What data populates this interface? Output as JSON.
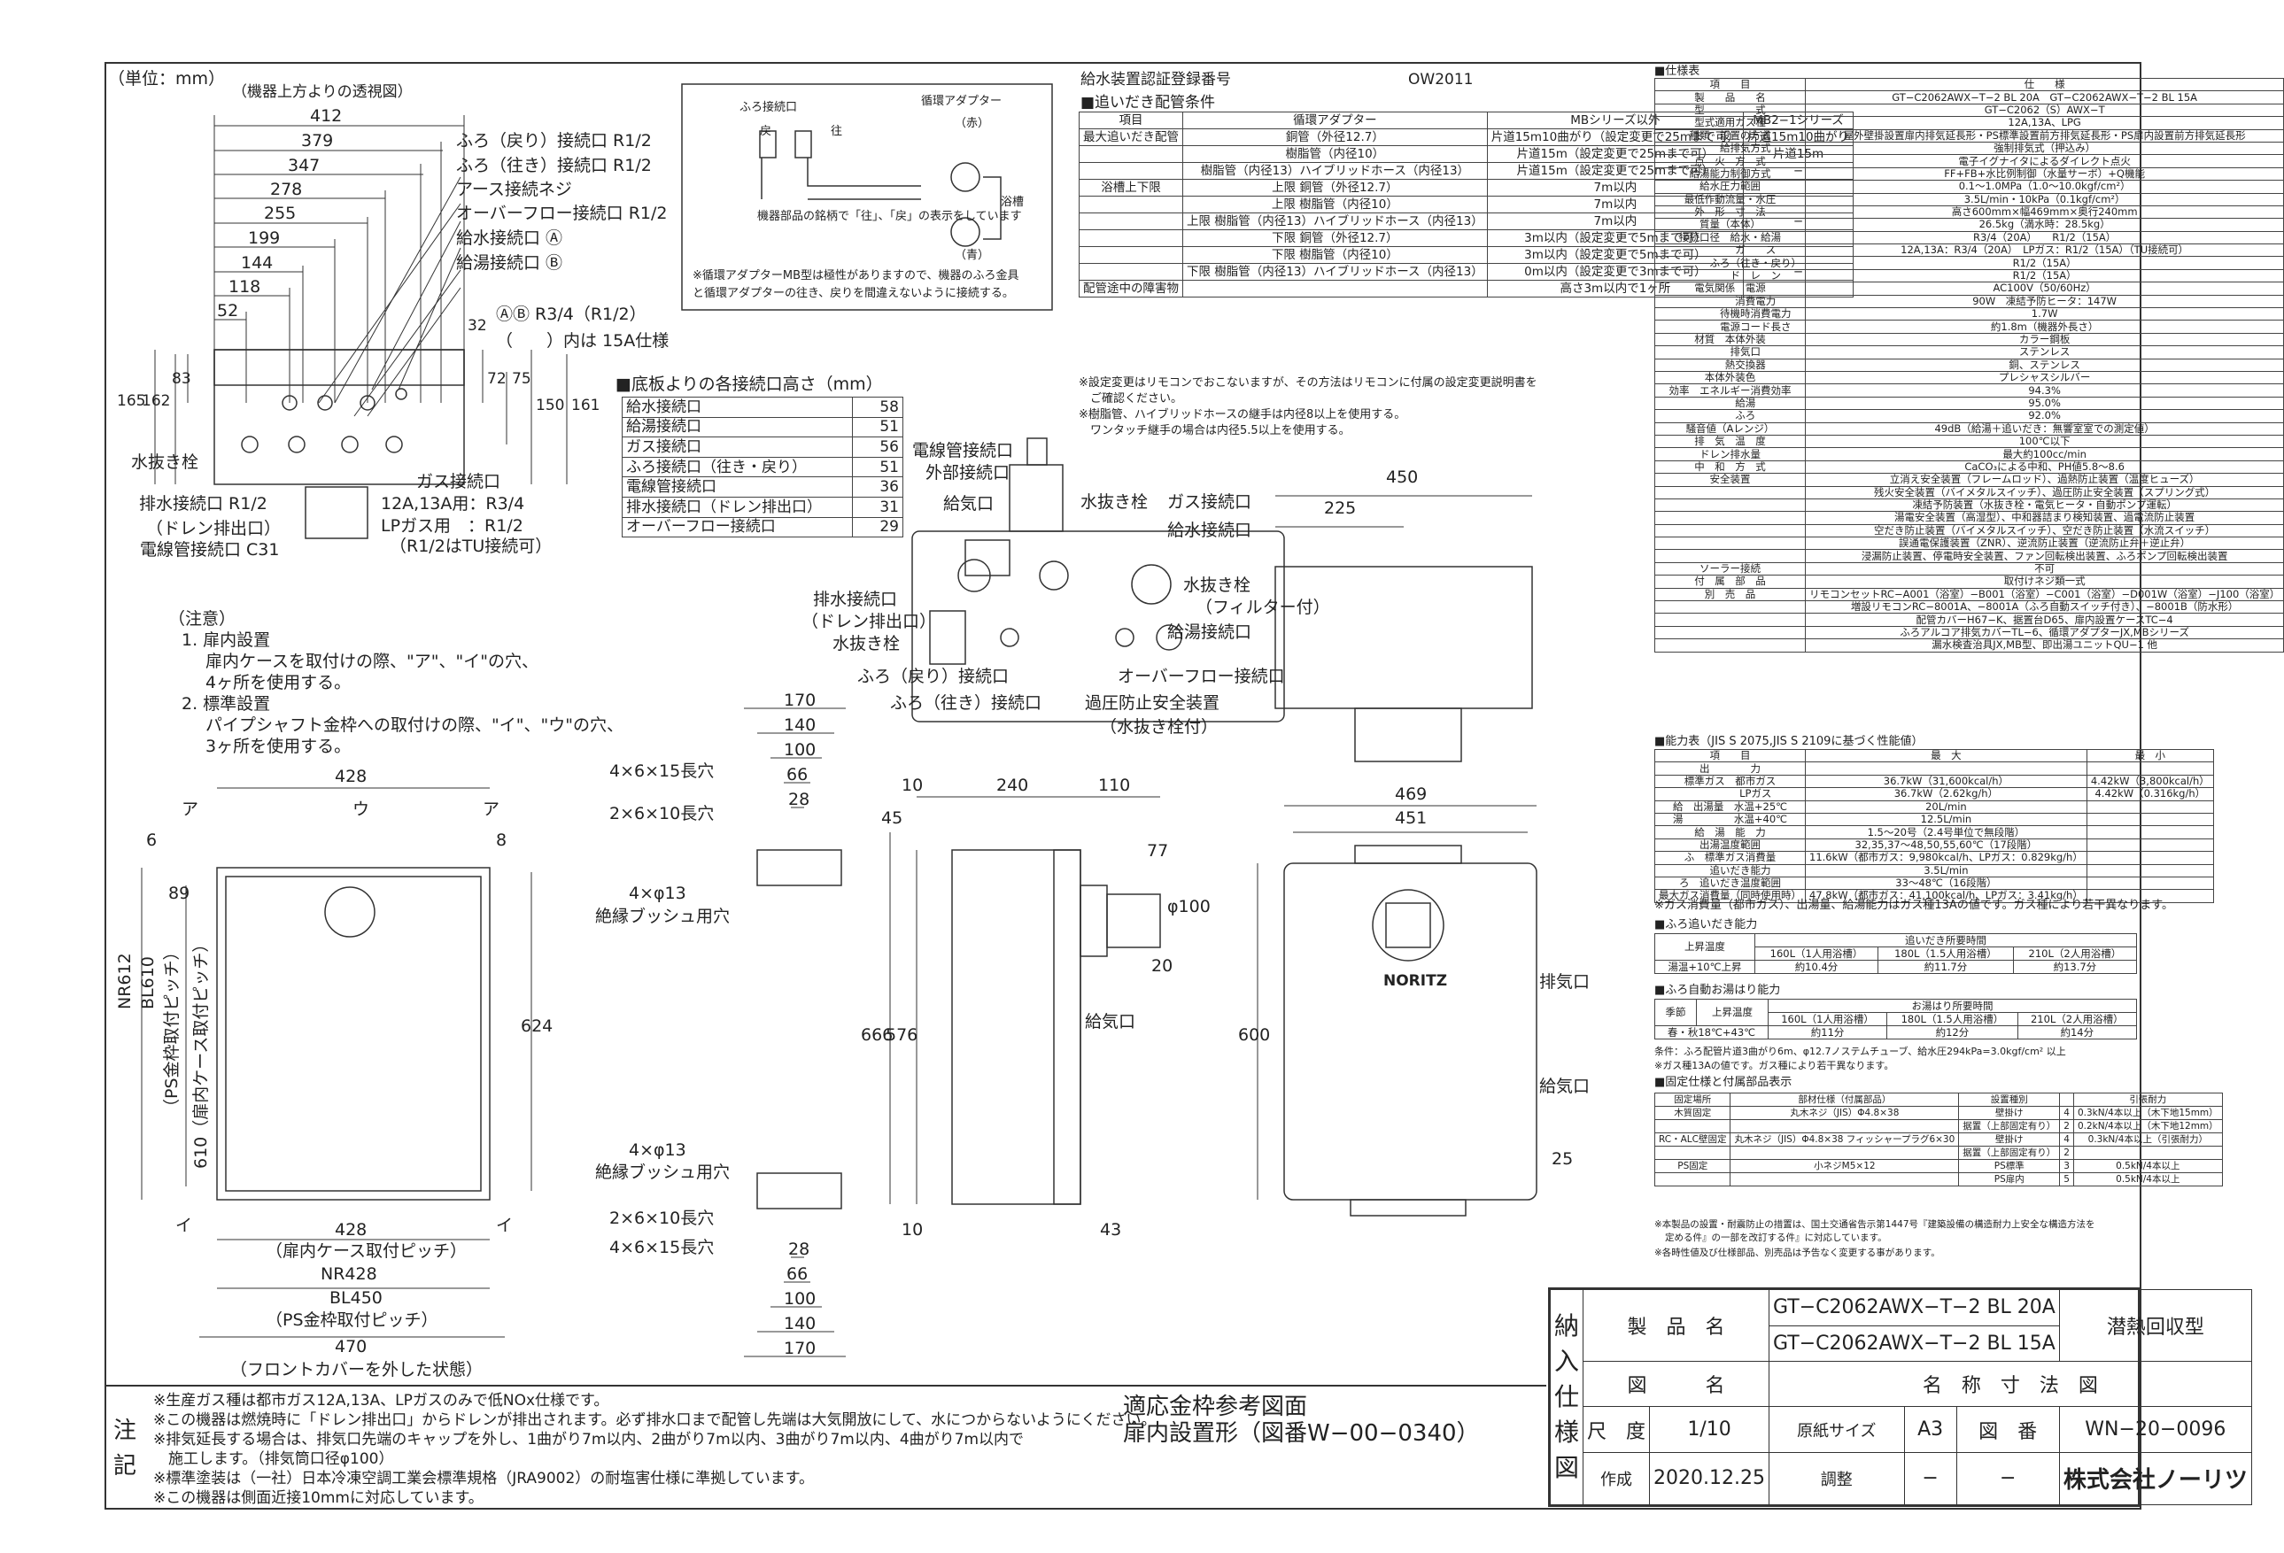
{
  "unit_label": "（単位：mm）",
  "top_view": {
    "caption": "（機器上方よりの透視図）",
    "widths": [
      "412",
      "379",
      "347",
      "278",
      "255",
      "199",
      "144",
      "118",
      "52"
    ],
    "labels": [
      "ふろ（戻り）接続口 R1/2",
      "ふろ（往き）接続口 R1/2",
      "アース接続ネジ",
      "オーバーフロー接続口 R1/2",
      "給水接続口 Ⓐ",
      "給湯接続口 Ⓑ"
    ],
    "ab_note": "ⒶⒷ R3/4（R1/2）",
    "ab_note2": "（　　）内は 15A仕様",
    "heights": [
      "165",
      "162",
      "83",
      "32",
      "72",
      "75",
      "150",
      "161"
    ],
    "drain": "水抜き栓",
    "drain_conn": "排水接続口 R1/2",
    "drain_conn2": "（ドレン排出口）",
    "elec": "電線管接続口 C31",
    "gas": "ガス接続口",
    "gas1": "12A,13A用：R3/4",
    "gas2": "LPガス用　：R1/2",
    "gas3": "（R1/2はTU接続可）"
  },
  "notes_caution": {
    "title": "（注意）",
    "items": [
      "1. 扉内設置",
      "扉内ケースを取付けの際、\"ア\"、\"イ\"の穴、",
      "4ヶ所を使用する。",
      "2. 標準設置",
      "パイプシャフト金枠への取付けの際、\"イ\"、\"ウ\"の穴、",
      "3ヶ所を使用する。"
    ]
  },
  "connection_heights": {
    "title": "■底板よりの各接続口高さ（mm）",
    "rows": [
      [
        "給水接続口",
        "58"
      ],
      [
        "給湯接続口",
        "51"
      ],
      [
        "ガス接続口",
        "56"
      ],
      [
        "ふろ接続口（往き・戻り）",
        "51"
      ],
      [
        "電線管接続口",
        "36"
      ],
      [
        "排水接続口（ドレン排出口）",
        "31"
      ],
      [
        "オーバーフロー接続口",
        "29"
      ]
    ]
  },
  "adapter_diagram": {
    "labels": [
      "ふろ接続口",
      "循環アダプター",
      "（赤）",
      "浴槽",
      "（青）",
      "戻",
      "往",
      "機器部品の銘柄で「往」、「戻」の表示をしています"
    ],
    "note1": "※循環アダプターMB型は極性がありますので、機器のふろ金具",
    "note2": "と循環アダプターの往き、戻りを間違えないように接続する。"
  },
  "pipe_table": {
    "reg_label": "給水装置認証登録番号",
    "reg_no": "OW2011",
    "title": "■追いだき配管条件",
    "head": [
      "項目",
      "循環アダプター",
      "MBシリーズ以外",
      "MB2−1シリーズ"
    ],
    "rows": [
      [
        "最大追いだき配管",
        "銅管（外径12.7）",
        "片道15m10曲がり（設定変更で25mまで可）",
        "片道15m10曲がり"
      ],
      [
        "",
        "樹脂管（内径10）",
        "片道15m（設定変更で25mまで可）",
        "片道15m"
      ],
      [
        "",
        "樹脂管（内径13）ハイブリッドホース（内径13）",
        "片道15m（設定変更で25mまで可）",
        "−"
      ],
      [
        "浴槽上下限",
        "上限 銅管（外径12.7）",
        "7m以内",
        ""
      ],
      [
        "",
        "上限 樹脂管（内径10）",
        "7m以内",
        ""
      ],
      [
        "",
        "上限 樹脂管（内径13）ハイブリッドホース（内径13）",
        "7m以内",
        "−"
      ],
      [
        "",
        "下限 銅管（外径12.7）",
        "3m以内（設定変更で5mまで可）",
        ""
      ],
      [
        "",
        "下限 樹脂管（内径10）",
        "3m以内（設定変更で5mまで可）",
        ""
      ],
      [
        "",
        "下限 樹脂管（内径13）ハイブリッドホース（内径13）",
        "0m以内（設定変更で3mまで可）",
        "−"
      ],
      [
        "配管途中の障害物",
        "",
        "高さ3m以内で1ヶ所",
        ""
      ]
    ],
    "notes": [
      "※設定変更はリモコンでおこないますが、その方法はリモコンに付属の設定変更説明書を",
      "　ご確認ください。",
      "※樹脂管、ハイブリッドホースの継手は内径8以上を使用する。",
      "　ワンタッチ継手の場合は内径5.5以上を使用する。"
    ]
  },
  "bottom_view": {
    "labels": [
      "電線管接続口",
      "外部接続口",
      "給気口",
      "水抜き栓",
      "ガス接続口",
      "給水接続口",
      "水抜き栓",
      "（フィルター付）",
      "給湯接続口",
      "オーバーフロー接続口",
      "過圧防止安全装置",
      "（水抜き栓付）",
      "ふろ（往き）接続口",
      "ふろ（戻り）接続口",
      "水抜き栓",
      "排水接続口",
      "（ドレン排出口）"
    ]
  },
  "side_top": {
    "dims": [
      "450",
      "225"
    ]
  },
  "bracket": {
    "dims": [
      "170",
      "140",
      "100",
      "66",
      "28"
    ],
    "labels": [
      "4×6×15長穴",
      "2×6×10長穴",
      "4×φ13",
      "絶縁ブッシュ用穴"
    ],
    "dims_b": [
      "28",
      "66",
      "100",
      "140",
      "170"
    ],
    "labels_b": [
      "4×φ13",
      "絶縁ブッシュ用穴",
      "2×6×10長穴",
      "4×6×15長穴"
    ]
  },
  "front_case": {
    "labels": [
      "ア",
      "ウ",
      "ア",
      "イ",
      "イ"
    ],
    "dims": [
      "428",
      "6",
      "8",
      "89",
      "624"
    ],
    "left_dims": [
      "NR612",
      "BL610",
      "（PS金枠取付ピッチ）",
      "610（扉内ケース取付ピッチ）"
    ],
    "bottom": [
      "428",
      "（扉内ケース取付ピッチ）",
      "NR428",
      "BL450",
      "（PS金枠取付ピッチ）",
      "470",
      "（フロントカバーを外した状態）"
    ]
  },
  "side_view": {
    "dims": [
      "10",
      "240",
      "110",
      "45",
      "77",
      "φ100",
      "20",
      "666",
      "576",
      "10",
      "43"
    ],
    "labels": [
      "給気口"
    ]
  },
  "front_view": {
    "dims": [
      "469",
      "451",
      "600",
      "25"
    ],
    "labels": [
      "排気口",
      "給気口"
    ],
    "brand": "NORITZ"
  },
  "spec": {
    "title": "■仕様表",
    "rows": [
      [
        "項　　目",
        "仕　　様"
      ],
      [
        "製　　品　　名",
        "GT−C2062AWX−T−2 BL 20A　GT−C2062AWX−T−2 BL 15A"
      ],
      [
        "型　　　　　式",
        "GT−C2062（S）AWX−T"
      ],
      [
        "型式適用ガス種",
        "12A,13A、LPG"
      ],
      [
        "種類　設置の方式",
        "屋外壁掛設置扉内排気延長形・PS標準設置前方排気延長形・PS扉内設置前方排気延長形"
      ],
      [
        "　　　給排気方式",
        "強制排気式（押込み）"
      ],
      [
        "点　火　方　式",
        "電子イグナイタによるダイレクト点火"
      ],
      [
        "給湯能力制御方式",
        "FF+FB+水比例制御（水量サーボ）+Q機能"
      ],
      [
        "給水圧力範囲",
        "0.1〜1.0MPa（1.0〜10.0kgf/cm²）"
      ],
      [
        "最低作動流量・水圧",
        "3.5L/min・10kPa（0.1kgf/cm²）"
      ],
      [
        "外　形　寸　法",
        "高さ600mm×幅469mm×奥行240mm"
      ],
      [
        "質量（本体）",
        "26.5kg（満水時：28.5kg）"
      ],
      [
        "接続口径　給水・給湯",
        "R3/4（20A）　　R1/2（15A）"
      ],
      [
        "　　　　　ガ　　ス",
        "12A,13A：R3/4（20A）　LPガス：R1/2（15A）（TU接続可）"
      ],
      [
        "　　　　　ふろ（往き・戻り）",
        "R1/2（15A）"
      ],
      [
        "　　　　　ド　レ　ン",
        "R1/2（15A）"
      ],
      [
        "電気関係　電源",
        "AC100V（50/60Hz）"
      ],
      [
        "　　　　　消費電力",
        "90W　凍結予防ヒータ：147W"
      ],
      [
        "　　　　　待機時消費電力",
        "1.7W"
      ],
      [
        "　　　　　電源コード長さ",
        "約1.8m（機器外長さ）"
      ],
      [
        "材質　本体外装",
        "カラー鋼板"
      ],
      [
        "　　　排気口",
        "ステンレス"
      ],
      [
        "　　　熱交換器",
        "銅、ステンレス"
      ],
      [
        "本体外装色",
        "プレシャスシルバー"
      ],
      [
        "効率　エネルギー消費効率",
        "94.3%"
      ],
      [
        "　　　給湯",
        "95.0%"
      ],
      [
        "　　　ふろ",
        "92.0%"
      ],
      [
        "騒音値（Aレンジ）",
        "49dB（給湯＋追いだき：無響室室での測定値）"
      ],
      [
        "排　気　温　度",
        "100℃以下"
      ],
      [
        "ドレン排水量",
        "最大約100cc/min"
      ],
      [
        "中　和　方　式",
        "CaCO₃による中和、PH値5.8〜8.6"
      ],
      [
        "安全装置",
        "立消え安全装置（フレームロッド）、過熱防止装置（温度ヒューズ）"
      ],
      [
        "",
        "残火安全装置（バイメタルスイッチ）、過圧防止安全装置（スプリング式）"
      ],
      [
        "",
        "凍結予防装置（水抜き栓・電気ヒータ・自動ポンプ運転）"
      ],
      [
        "",
        "湯電安全装置（高湿型）、中和器詰まり検知装置、過電流防止装置"
      ],
      [
        "",
        "空だき防止装置（バイメタルスイッチ）、空だき防止装置（水流スイッチ）"
      ],
      [
        "",
        "誤通電保護装置（ZNR）、逆流防止装置（逆流防止弁＋逆止弁）"
      ],
      [
        "",
        "浸漏防止装置、停電時安全装置、ファン回転検出装置、ふろポンプ回転検出装置"
      ],
      [
        "ソーラー接続",
        "不可"
      ],
      [
        "付　属　部　品",
        "取付けネジ類一式"
      ],
      [
        "別　売　品",
        "リモコンセットRC−A001（浴室）−B001（浴室）−C001（浴室）−D001W（浴室）−J100（浴室）"
      ],
      [
        "",
        "増設リモコンRC−8001A、−8001A（ふろ自動スイッチ付き）、−8001B（防水形）"
      ],
      [
        "",
        "配管カバーH67−K、据置台D65、扉内設置ケースTC−4"
      ],
      [
        "",
        "ふろアルコア排気カバーTL−6、循環アダプターJX,MBシリーズ"
      ],
      [
        "",
        "漏水検査治具JX,MB型、即出湯ユニットQU−1 他"
      ]
    ]
  },
  "perf": {
    "title": "■能力表（JIS S 2075,JIS S 2109に基づく性能値）",
    "rows": [
      [
        "項　　目",
        "最　大",
        "最　小"
      ],
      [
        "出　　　　力",
        "",
        ""
      ],
      [
        "標準ガス　都市ガス",
        "36.7kW（31,600kcal/h）",
        "4.42kW（3,800kcal/h）"
      ],
      [
        "　　　　　LPガス",
        "36.7kW（2.62kg/h）",
        "4.42kW（0.316kg/h）"
      ],
      [
        "給　出湯量　水温+25℃",
        "20L/min",
        ""
      ],
      [
        "湯　　　　　水温+40℃",
        "12.5L/min",
        ""
      ],
      [
        "給　湯　能　力",
        "1.5〜20号（2.4号単位で無段階）",
        ""
      ],
      [
        "出湯温度範囲",
        "32,35,37〜48,50,55,60℃（17段階）",
        ""
      ],
      [
        "ふ　標準ガス消費量",
        "11.6kW（都市ガス：9,980kcal/h、LPガス：0.829kg/h）",
        ""
      ],
      [
        "　　追いだき能力",
        "3.5L/min",
        ""
      ],
      [
        "ろ　追いだき温度範囲",
        "33〜48℃（16段階）",
        ""
      ],
      [
        "最大ガス消費量（同時使用時）",
        "47.8kW（都市ガス：41,100kcal/h、LPガス：3.41kg/h）",
        ""
      ]
    ],
    "note": "※ガス消費量（都市ガス）、出湯量、給湯能力はガス種13Aの値です。ガス種により若干異なります。"
  },
  "reheat": {
    "title": "■ふろ追いだき能力",
    "head": [
      "上昇温度",
      "追いだき所要時間"
    ],
    "sub": [
      "160L（1人用浴槽）",
      "180L（1.5人用浴槽）",
      "210L（2人用浴槽）"
    ],
    "row": [
      "湯温+10℃上昇",
      "約10.4分",
      "約11.7分",
      "約13.7分"
    ]
  },
  "autofill": {
    "title": "■ふろ自動お湯はり能力",
    "head": [
      "季節",
      "上昇温度",
      "お湯はり所要時間"
    ],
    "sub": [
      "160L（1人用浴槽）",
      "180L（1.5人用浴槽）",
      "210L（2人用浴槽）"
    ],
    "row": [
      "春・秋18℃+43℃",
      "約11分",
      "約12分",
      "約14分"
    ],
    "notes": [
      "条件：ふろ配管片道3曲がり6m、φ12.7ノステムチューブ、給水圧294kPa=3.0kgf/cm² 以上",
      "※ガス種13Aの値です。ガス種により若干異なります。"
    ]
  },
  "fixing": {
    "title": "■固定仕様と付属部品表示",
    "head": [
      "固定場所",
      "部材仕様（付属部品）",
      "設置種別",
      "",
      "引張耐力"
    ],
    "rows": [
      [
        "木質固定",
        "丸木ネジ（JIS）Φ4.8×38",
        "壁掛け",
        "4",
        "0.3kN/4本以上（木下地15mm）"
      ],
      [
        "",
        "",
        "据置（上部固定有り）",
        "2",
        "0.2kN/4本以上（木下地12mm）"
      ],
      [
        "RC・ALC壁固定",
        "丸木ネジ（JIS）Φ4.8×38 フィッシャープラグ6×30",
        "壁掛け",
        "4",
        "0.3kN/4本以上（引張耐力）"
      ],
      [
        "",
        "",
        "据置（上部固定有り）",
        "2",
        ""
      ],
      [
        "PS固定",
        "小ネジM5×12",
        "PS標準",
        "3",
        "0.5kN/4本以上"
      ],
      [
        "",
        "",
        "PS扉内",
        "5",
        "0.5kN/4本以上"
      ]
    ],
    "notes": [
      "※本製品の設置・耐震防止の措置は、国土交通省告示第1447号『建築設備の構造耐力上安全な構造方法を",
      "定める件』の一部を改訂する件』に対応しています。",
      "※各時性値及び仕様部品、別売品は予告なく変更する事があります。"
    ]
  },
  "title_block": {
    "side": [
      "納",
      "入",
      "仕",
      "様",
      "図"
    ],
    "product_label": "製　品　名",
    "product1": "GT−C2062AWX−T−2 BL 20A",
    "product2": "GT−C2062AWX−T−2 BL 15A",
    "type": "潜熱回収型",
    "drawing_label": "図　　　名",
    "drawing_name": "名　称　寸　法　図",
    "scale_label": "尺　度",
    "scale": "1/10",
    "paper_label": "原紙サイズ",
    "paper": "A3",
    "no_label": "図　番",
    "no": "WN−20−0096",
    "made_label": "作成",
    "date": "2020.12.25",
    "adj_label": "調整",
    "dash1": "−",
    "dash2": "−",
    "company": "株式会社ノーリツ"
  },
  "notes_bottom": {
    "label": "注記",
    "items": [
      "※生産ガス種は都市ガス12A,13A、LPガスのみで低NOx仕様です。",
      "※この機器は燃焼時に「ドレン排出口」からドレンが排出されます。必ず排水口まで配管し先端は大気開放にして、水につからないようにください。",
      "※排気延長する場合は、排気口先端のキャップを外し、1曲がり7m以内、2曲がり7m以内、3曲がり7m以内、4曲がり7m以内で",
      "　施工します。（排気筒口径φ100）",
      "※標準塗装は（一社）日本冷凍空調工業会標準規格（JRA9002）の耐塩害仕様に準拠しています。",
      "※この機器は側面近接10mmに対応しています。"
    ],
    "ref1": "適応金枠参考図面",
    "ref2": "扉内設置形（図番W−00−0340）"
  }
}
